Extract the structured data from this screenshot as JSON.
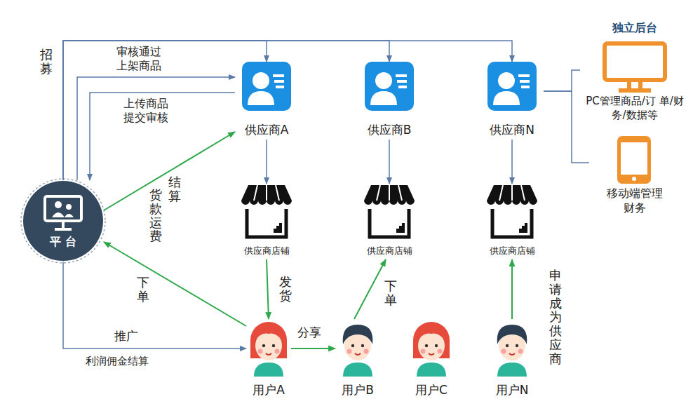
{
  "diagram": {
    "nodes": [
      {
        "text": [
          "平 台"
        ]
      },
      {
        "text": [
          "供应商A"
        ]
      },
      {
        "text": [
          "供应商B"
        ]
      },
      {
        "text": [
          "供应商N"
        ]
      },
      {
        "text": [
          "独立后台",
          "PC管理商品/订 单/财务/数据等"
        ]
      },
      {
        "text": [
          "移动端管理 财务"
        ]
      },
      {
        "text": [
          "供应商店铺"
        ]
      },
      {
        "text": [
          "供应商店铺"
        ]
      },
      {
        "text": [
          "供应商店铺"
        ]
      },
      {
        "text": [
          "用户A"
        ]
      },
      {
        "text": [
          "用户B"
        ]
      },
      {
        "text": [
          "用户C"
        ]
      },
      {
        "text": [
          "用户N"
        ]
      }
    ],
    "edges": [
      {
        "from": 0,
        "to": 1,
        "arrow": "to",
        "label": "招募"
      },
      {
        "from": 0,
        "to": 2,
        "arrow": "to"
      },
      {
        "from": 0,
        "to": 3,
        "arrow": "to"
      },
      {
        "from": 0,
        "to": 1,
        "arrow": "to",
        "label": "审核通过 上架商品"
      },
      {
        "from": 1,
        "to": 0,
        "arrow": "to",
        "label": "上传商品 提交审核"
      },
      {
        "from": 0,
        "to": 1,
        "arrow": "to",
        "label": "货款运费"
      },
      {
        "from": 1,
        "to": 6,
        "arrow": "to"
      },
      {
        "from": 2,
        "to": 7,
        "arrow": "to"
      },
      {
        "from": 3,
        "to": 8,
        "arrow": "to"
      },
      {
        "from": 6,
        "to": 9,
        "arrow": "to",
        "label": "发货"
      },
      {
        "from": 9,
        "to": 0,
        "arrow": "to",
        "label": "下单"
      },
      {
        "from": 0,
        "to": 9,
        "arrow": "to",
        "label": "推广"
      },
      {
        "from": 9,
        "to": 10,
        "arrow": "to",
        "label": "分享"
      },
      {
        "from": 10,
        "to": 7,
        "arrow": "to",
        "label": "下单"
      },
      {
        "from": 12,
        "to": 8,
        "arrow": "to",
        "label": "申请成为供应商"
      },
      {
        "from": 3,
        "to": 4,
        "arrow": "none"
      },
      {
        "from": 3,
        "to": 5,
        "arrow": "none"
      }
    ],
    "labels": [
      "结算",
      "利润佣金结算"
    ]
  }
}
